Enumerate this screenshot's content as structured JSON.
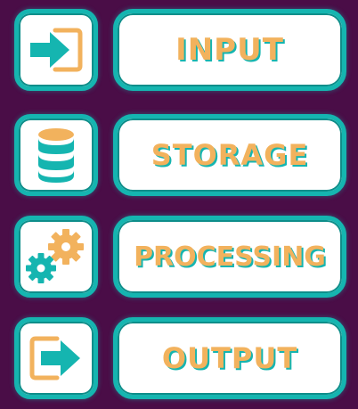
{
  "colors": {
    "background": "#4a0d47",
    "border": "#15b5b0",
    "accent_orange": "#f2b25d",
    "teal": "#15b5b0",
    "box_fill": "#ffffff"
  },
  "steps": [
    {
      "label": "INPUT",
      "icon": "input-arrow-icon"
    },
    {
      "label": "STORAGE",
      "icon": "database-icon"
    },
    {
      "label": "PROCESSING",
      "icon": "gears-icon"
    },
    {
      "label": "OUTPUT",
      "icon": "output-arrow-icon"
    }
  ]
}
